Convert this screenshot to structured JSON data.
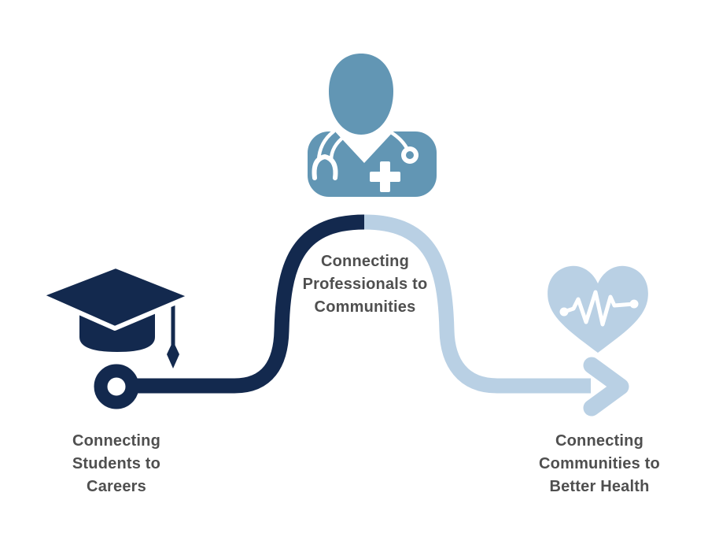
{
  "diagram": {
    "stages": [
      {
        "id": "students",
        "icon": "graduation-cap-icon",
        "lines": [
          "Connecting",
          "Students to",
          "Careers"
        ]
      },
      {
        "id": "professionals",
        "icon": "doctor-icon",
        "lines": [
          "Connecting",
          "Professionals to",
          "Communities"
        ]
      },
      {
        "id": "communities",
        "icon": "heart-pulse-icon",
        "lines": [
          "Connecting",
          "Communities to",
          "Better Health"
        ]
      }
    ]
  },
  "colors": {
    "navy": "#13294E",
    "light_blue": "#B9D0E4",
    "steel_blue": "#6296B4",
    "text_gray": "#4F4F4F",
    "background": "#FFFFFF",
    "white": "#FFFFFF"
  }
}
